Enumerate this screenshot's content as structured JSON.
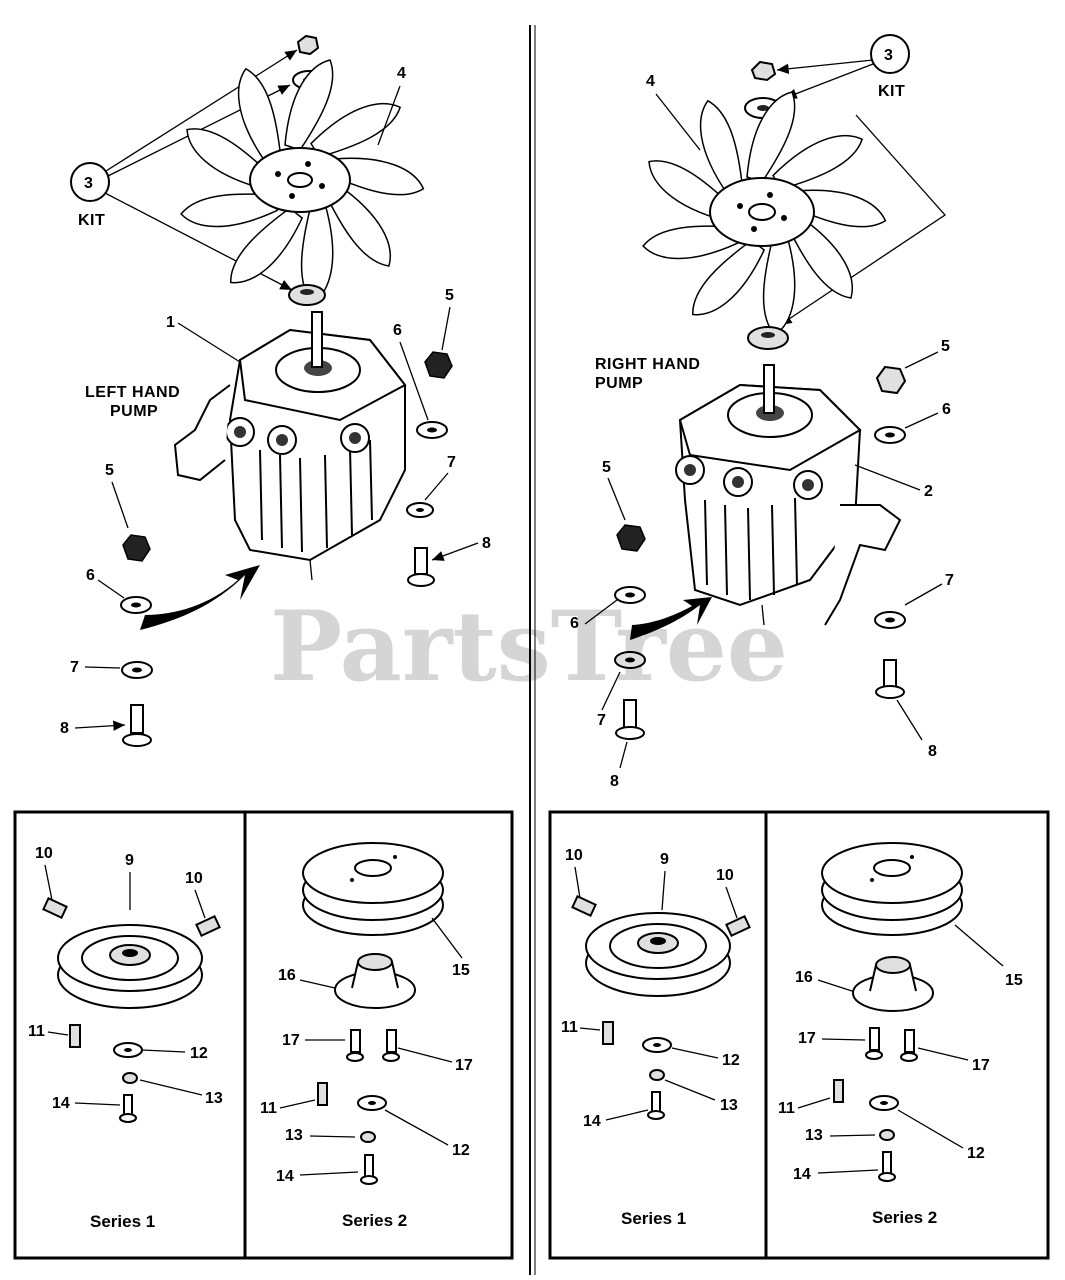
{
  "watermark": "PartsTree",
  "labels": {
    "left_pump": [
      "LEFT HAND",
      "PUMP"
    ],
    "right_pump": [
      "RIGHT HAND",
      "PUMP"
    ],
    "kit": "KIT",
    "series1": "Series 1",
    "series2": "Series 2"
  },
  "callouts": {
    "kit_left": "3",
    "kit_right": "3",
    "pump_left": "1",
    "pump_right": "2",
    "fan_left": "4",
    "fan_right": "4",
    "nut_l_top": "5",
    "nut_l_bot": "5",
    "nut_r_top": "5",
    "nut_r_bot": "5",
    "washer6_l_top": "6",
    "washer6_l_bot": "6",
    "washer6_r_top": "6",
    "washer6_r_bot": "6",
    "washer7_l_top": "7",
    "washer7_l_bot": "7",
    "washer7_r_top": "7",
    "washer7_r_bot": "7",
    "bolt8_l_top": "8",
    "bolt8_l_bot": "8",
    "bolt8_r_top": "8",
    "bolt8_r_bot": "8",
    "p9_l": "9",
    "p9_r": "9",
    "p10_l_a": "10",
    "p10_l_b": "10",
    "p10_r_a": "10",
    "p10_r_b": "10",
    "p11_l1": "11",
    "p11_l2": "11",
    "p11_r1": "11",
    "p11_r2": "11",
    "p12_l1": "12",
    "p12_l2": "12",
    "p12_r1": "12",
    "p12_r2": "12",
    "p13_l1": "13",
    "p13_l2": "13",
    "p13_r1": "13",
    "p13_r2": "13",
    "p14_l1": "14",
    "p14_l2": "14",
    "p14_r1": "14",
    "p14_r2": "14",
    "p15_l": "15",
    "p15_r": "15",
    "p16_l": "16",
    "p16_r": "16",
    "p17_l_a": "17",
    "p17_l_b": "17",
    "p17_r_a": "17",
    "p17_r_b": "17"
  }
}
